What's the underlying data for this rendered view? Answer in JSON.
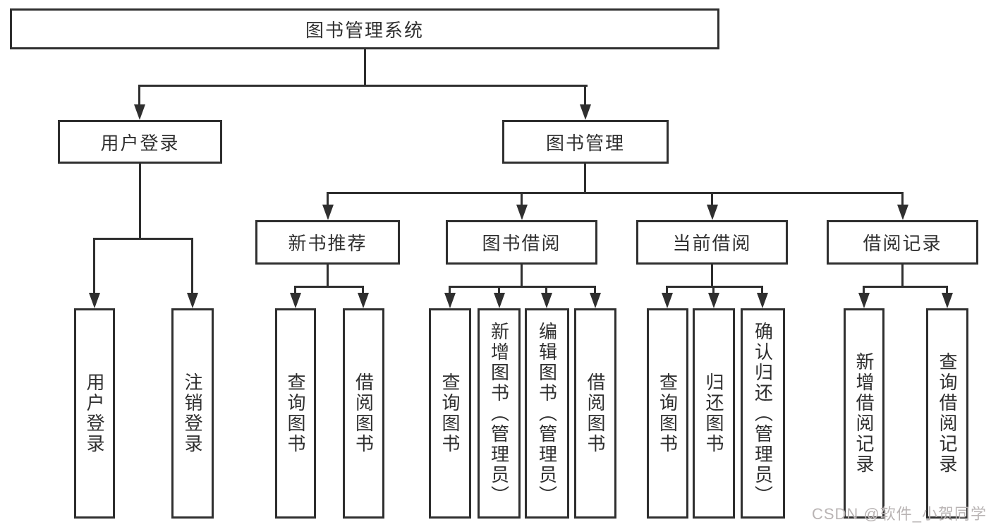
{
  "colors": {
    "line": "#2f2f2f",
    "ink": "#2f2f2f",
    "watermark": "#b9b4b4"
  },
  "watermark": {
    "text": "CSDN @软件_小贺同学"
  },
  "tree": {
    "label": "图书管理系统",
    "children": [
      {
        "label": "用户登录",
        "children": [
          {
            "label": "用户登录"
          },
          {
            "label": "注销登录"
          }
        ]
      },
      {
        "label": "图书管理",
        "children": [
          {
            "label": "新书推荐",
            "children": [
              {
                "label": "查询图书"
              },
              {
                "label": "借阅图书"
              }
            ]
          },
          {
            "label": "图书借阅",
            "children": [
              {
                "label": "查询图书"
              },
              {
                "label": "新增图书（管理员）"
              },
              {
                "label": "编辑图书（管理员）"
              },
              {
                "label": "借阅图书"
              }
            ]
          },
          {
            "label": "当前借阅",
            "children": [
              {
                "label": "查询图书"
              },
              {
                "label": "归还图书"
              },
              {
                "label": "确认归还（管理员）"
              }
            ]
          },
          {
            "label": "借阅记录",
            "children": [
              {
                "label": "新增借阅记录"
              },
              {
                "label": "查询借阅记录"
              }
            ]
          }
        ]
      }
    ]
  }
}
